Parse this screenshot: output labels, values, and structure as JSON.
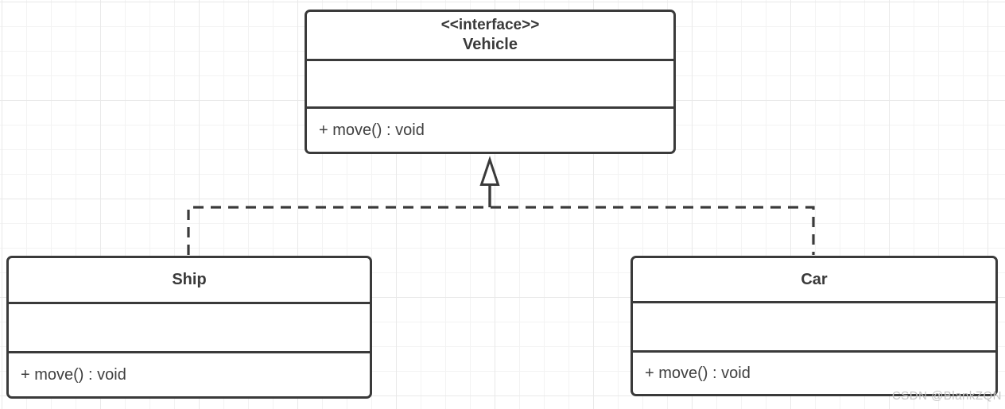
{
  "diagram": {
    "type": "uml-class-diagram",
    "nodes": [
      {
        "id": "vehicle",
        "stereotype": "<<interface>>",
        "name": "Vehicle",
        "attributes": [],
        "methods": [
          "+ move() : void"
        ]
      },
      {
        "id": "ship",
        "stereotype": "",
        "name": "Ship",
        "attributes": [],
        "methods": [
          "+ move() : void"
        ]
      },
      {
        "id": "car",
        "stereotype": "",
        "name": "Car",
        "attributes": [],
        "methods": [
          "+ move() : void"
        ]
      }
    ],
    "edges": [
      {
        "from": "Ship",
        "to": "Vehicle",
        "type": "realization",
        "style": "dashed-hollow-triangle"
      },
      {
        "from": "Car",
        "to": "Vehicle",
        "type": "realization",
        "style": "dashed-hollow-triangle"
      }
    ],
    "colors": {
      "border": "#3a3a3a",
      "text": "#404040",
      "node_fill": "#ffffff",
      "background": "#ffffff",
      "grid_minor": "#f3f3f3",
      "grid_major": "#e9e9e9",
      "watermark": "#c4c4c4"
    }
  },
  "watermark": {
    "text": "CSDN @BlankZQN"
  }
}
